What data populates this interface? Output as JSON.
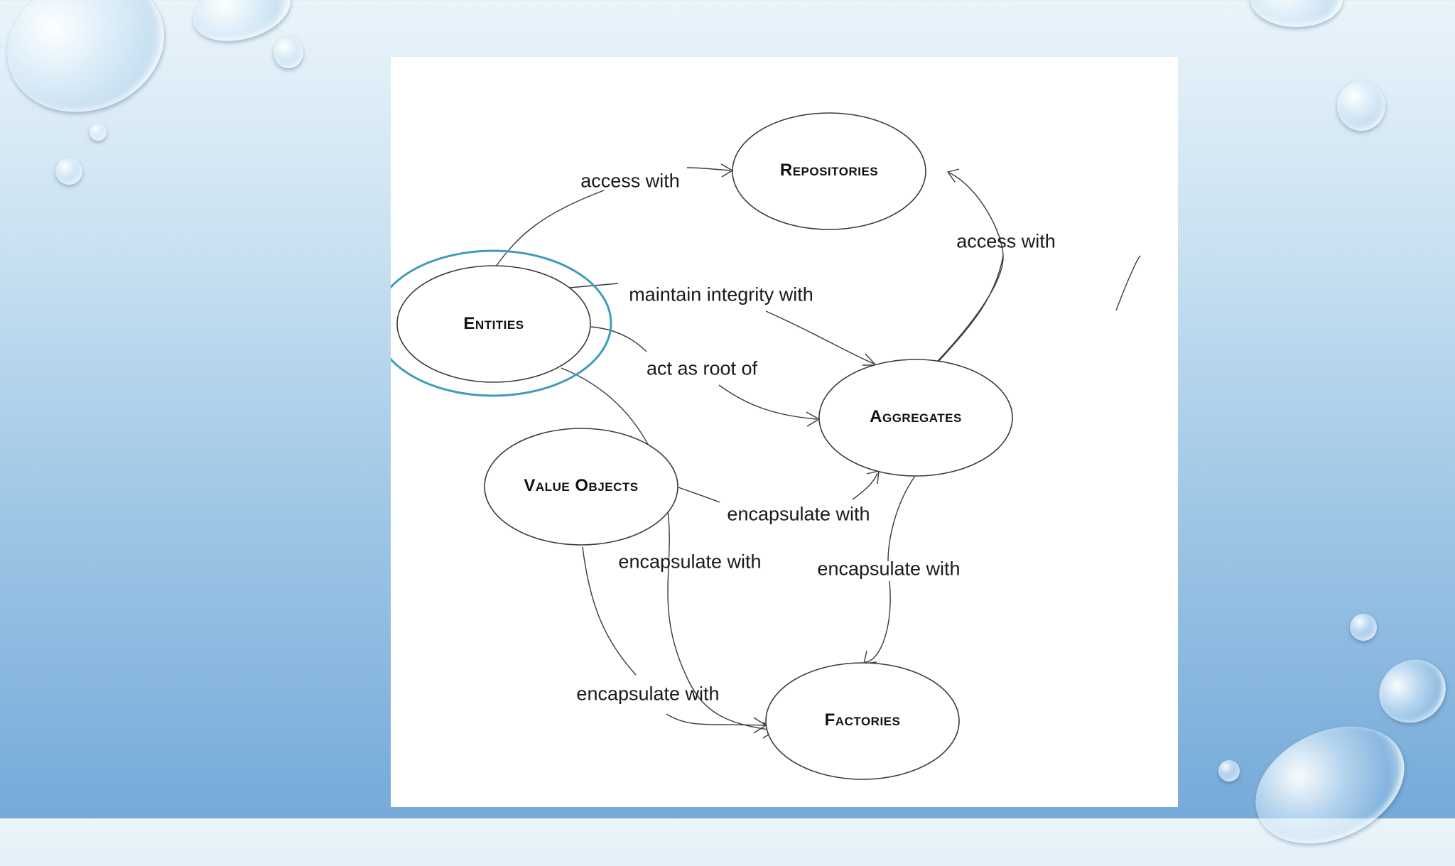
{
  "nodes": {
    "repositories": "Repositories",
    "entities": "Entities",
    "aggregates": "Aggregates",
    "value_objects": "Value Objects",
    "factories": "Factories"
  },
  "edges": {
    "entities_repositories": "access with",
    "aggregates_repositories": "access with",
    "entities_aggregates_integrity": "maintain integrity with",
    "entities_aggregates_root": "act as root of",
    "valueobjects_aggregates": "encapsulate with",
    "entities_factories": "encapsulate with",
    "aggregates_factories": "encapsulate with",
    "valueobjects_factories": "encapsulate with"
  },
  "colors": {
    "highlight": "#3f9bbd",
    "line": "#3a3a3a"
  }
}
